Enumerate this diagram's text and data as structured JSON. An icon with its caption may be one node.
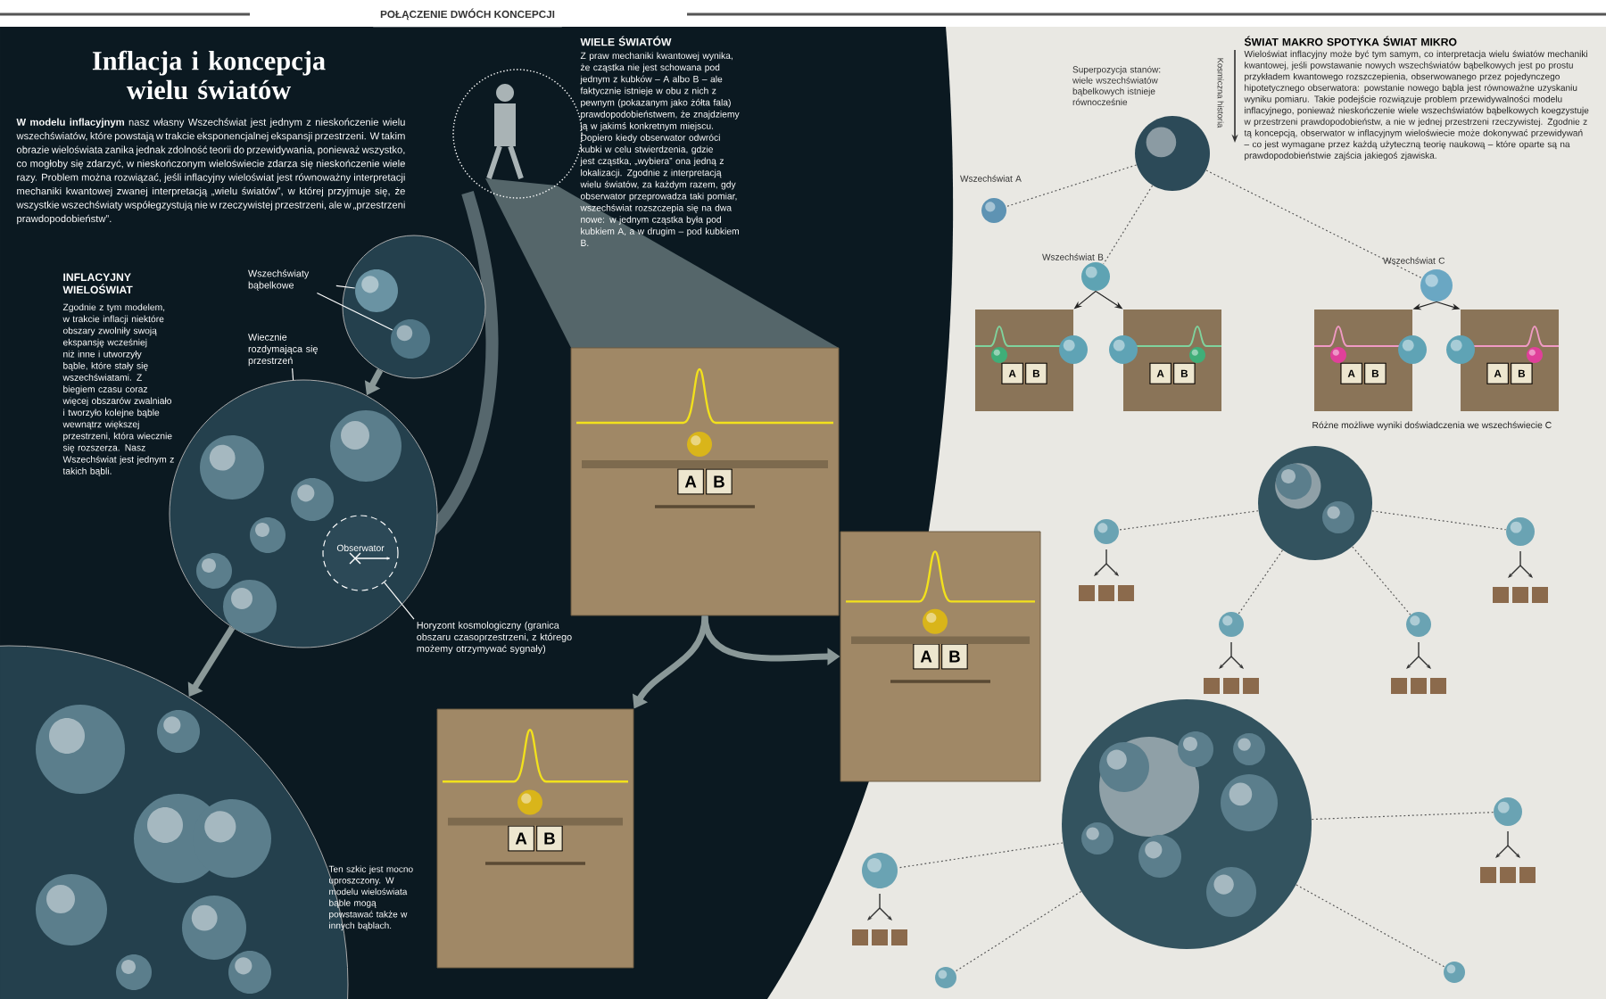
{
  "diagram": {
    "title": "Inflacja i koncepcja wielu światów",
    "nodes": [
      {
        "text": [
          "Wszechświaty bąbelkowe"
        ]
      },
      {
        "text": [],
        "shape": "circle"
      },
      {
        "text": [],
        "shape": "circle",
        "in": 1
      },
      {
        "text": [],
        "shape": "circle",
        "in": 1
      },
      {
        "text": [
          "Wiecznie rozdymająca się przestrzeń"
        ]
      },
      {
        "text": [],
        "shape": "circle"
      },
      {
        "text": [
          "Obserwator"
        ],
        "in": 5
      },
      {
        "text": [
          "Horyzont kosmologiczny (granica obszaru czasoprzestrzeni, z którego możemy otrzymywać sygnały)"
        ]
      },
      {
        "text": [],
        "shape": "circle"
      },
      {
        "text": [
          "A",
          "B"
        ]
      },
      {
        "text": [
          "A",
          "B"
        ]
      },
      {
        "text": [
          "A",
          "B"
        ]
      },
      {
        "text": [],
        "shape": "circle",
        "beside": [
          "Superpozycja stanów: wiele wszechświatów bąbelkowych istnieje równocześnie"
        ]
      },
      {
        "text": [],
        "shape": "circle",
        "beside": [
          "Wszechświat A"
        ]
      },
      {
        "text": [],
        "shape": "circle",
        "beside": [
          "Wszechświat B"
        ]
      },
      {
        "text": [],
        "shape": "circle",
        "beside": [
          "Wszechświat C"
        ]
      },
      {
        "text": [
          "A",
          "B"
        ]
      },
      {
        "text": [
          "A",
          "B"
        ]
      },
      {
        "text": [
          "A",
          "B"
        ]
      },
      {
        "text": [
          "A",
          "B"
        ]
      },
      {
        "text": [],
        "shape": "circle"
      },
      {
        "text": [],
        "shape": "circle"
      },
      {
        "text": [],
        "shape": "circle"
      },
      {
        "text": [],
        "shape": "circle"
      },
      {
        "text": [],
        "shape": "circle"
      },
      {
        "text": [],
        "shape": "circle"
      },
      {
        "text": [],
        "shape": "circle"
      },
      {
        "text": [],
        "shape": "circle"
      },
      {
        "text": [],
        "shape": "circle"
      },
      {
        "text": [],
        "shape": "circle"
      }
    ],
    "edges": [
      {
        "from": 0,
        "to": 2,
        "arrow": "none",
        "color": "#ffffff"
      },
      {
        "from": 0,
        "to": 3,
        "arrow": "none",
        "color": "#ffffff"
      },
      {
        "from": 4,
        "to": 5,
        "arrow": "none",
        "color": "#ffffff"
      },
      {
        "from": 7,
        "to": 6,
        "arrow": "none",
        "color": "#ffffff"
      },
      {
        "from": 1,
        "to": 5,
        "arrow": "to",
        "style": "thick",
        "color": "#8a9898"
      },
      {
        "from": 5,
        "to": 8,
        "arrow": "to",
        "style": "thick",
        "color": "#8a9898"
      },
      {
        "from": 9,
        "to": 10,
        "arrow": "to",
        "style": "thick",
        "color": "#8a9898"
      },
      {
        "from": 9,
        "to": 11,
        "arrow": "to",
        "style": "thick",
        "color": "#8a9898"
      },
      {
        "from": 12,
        "to": 13,
        "arrow": "none",
        "style": "dashed"
      },
      {
        "from": 12,
        "to": 14,
        "arrow": "none",
        "style": "dashed"
      },
      {
        "from": 12,
        "to": 15,
        "arrow": "none",
        "style": "dashed"
      },
      {
        "from": 14,
        "to": 16,
        "arrow": "to",
        "color": "#222222"
      },
      {
        "from": 14,
        "to": 17,
        "arrow": "to",
        "color": "#222222"
      },
      {
        "from": 15,
        "to": 18,
        "arrow": "to",
        "color": "#222222"
      },
      {
        "from": 15,
        "to": 19,
        "arrow": "to",
        "color": "#222222"
      },
      {
        "from": 20,
        "to": 22,
        "arrow": "none",
        "style": "dashed"
      },
      {
        "from": 20,
        "to": 23,
        "arrow": "none",
        "style": "dashed"
      },
      {
        "from": 20,
        "to": 24,
        "arrow": "none",
        "style": "dashed"
      },
      {
        "from": 20,
        "to": 25,
        "arrow": "none",
        "style": "dashed"
      },
      {
        "from": 21,
        "to": 26,
        "arrow": "none",
        "style": "dashed"
      },
      {
        "from": 21,
        "to": 27,
        "arrow": "none",
        "style": "dashed"
      },
      {
        "from": 21,
        "to": 28,
        "arrow": "none",
        "style": "dashed"
      },
      {
        "from": 21,
        "to": 29,
        "arrow": "none",
        "style": "dashed"
      }
    ],
    "labels": [
      "POŁĄCZENIE DWÓCH KONCEPCJI",
      "**W modelu inflacyjnym** nasz własny Wszechświat jest jednym z nieskończenie wielu wszechświatów, które powstają w trakcie eksponencjalnej ekspansji przestrzeni. W takim obrazie wieloświata zanika jednak zdolność teorii do przewidywania, ponieważ wszystko, co mogłoby się zdarzyć, w nieskończonym wieloświecie zdarza się nieskończenie wiele razy. Problem można rozwiązać, jeśli inflacyjny wieloświat jest równoważny interpretacji mechaniki kwantowej zwanej interpretacją „wielu światów”, w której przyjmuje się, że wszystkie wszechświaty współegzystują nie w rzeczywistej przestrzeni, ale w „przestrzeni prawdopodobieństw”.",
      "INFLACYJNY WIELOŚWIAT",
      "Zgodnie z tym modelem, w trakcie inflacji niektóre obszary zwolniły swoją ekspansję wcześniej niż inne i utworzyły bąble, które stały się wszechświatami. Z biegiem czasu coraz więcej obszarów zwalniało i tworzyło kolejne bąble wewnątrz większej przestrzeni, która wiecznie się rozszerza. Nasz Wszechświat jest jednym z takich bąbli.",
      "WIELE ŚWIATÓW",
      "Z praw mechaniki kwantowej wynika, że cząstka nie jest schowana pod jednym z kubków – A albo B – ale faktycznie istnieje w obu z nich z pewnym (pokazanym jako żółta fala) prawdopodobieństwem, że znajdziemy ją w jakimś konkretnym miejscu. Dopiero kiedy obserwator odwróci kubki w celu stwierdzenia, gdzie jest cząstka, „wybiera” ona jedną z lokalizacji. Zgodnie z interpretacją wielu światów, za każdym razem, gdy obserwator przeprowadza taki pomiar, wszechświat rozszczepia się na dwa nowe: w jednym cząstka była pod kubkiem A, a w drugim – pod kubkiem B.",
      "ŚWIAT MAKRO SPOTYKA ŚWIAT MIKRO",
      "Wieloświat inflacyjny może być tym samym, co interpretacja wielu światów mechaniki kwantowej, jeśli powstawanie nowych wszechświatów bąbelkowych jest po prostu przykładem kwantowego rozszczepienia, obserwowanego przez pojedynczego hipotetycznego obserwatora: powstanie nowego bąbla jest równoważne uzyskaniu wyniku pomiaru. Takie podejście rozwiązuje problem przewidywalności modelu inflacyjnego, ponieważ nieskończenie wiele wszechświatów bąbelkowych koegzystuje w przestrzeni prawdopodobieństw, a nie w jednej przestrzeni rzeczywistej. Zgodnie z tą koncepcją, obserwator w inflacyjnym wieloświecie może dokonywać przewidywań – co jest wymagane przez każdą użyteczną teorię naukową – które oparte są na prawdopodobieństwie zajścia jakiegoś zjawiska.",
      "Kosmiczna historia",
      "Różne możliwe wyniki doświadczenia we wszechświecie C",
      "Ten szkic jest mocno uproszczony. W modelu wieloświata bąble mogą powstawać także w innych bąblach."
    ]
  }
}
